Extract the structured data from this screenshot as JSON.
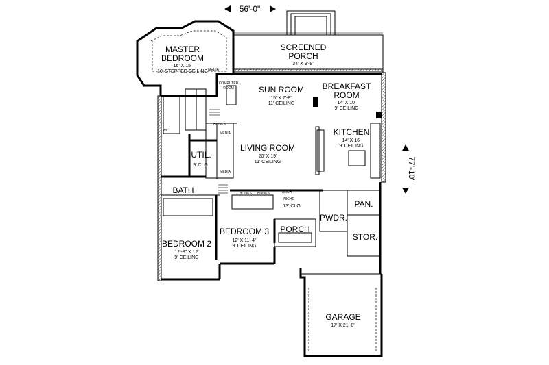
{
  "dimensions": {
    "width": "56'-0\"",
    "depth": "77'-10\""
  },
  "rooms": {
    "master": {
      "name1": "MASTER",
      "name2": "BEDROOM",
      "size": "16' X 15'",
      "note": "10' STEPPED CEILING"
    },
    "media_master": "MEDIA",
    "computer": {
      "l1": "COMPUTER",
      "l2": "ROOM"
    },
    "screened": {
      "name1": "SCREENED",
      "name2": "PORCH",
      "size": "34' X 9'-8\""
    },
    "sun": {
      "name": "SUN ROOM",
      "size": "15' X 7'-8\"",
      "note": "11' CEILING"
    },
    "breakfast": {
      "name1": "BREAKFAST",
      "name2": "ROOM",
      "size": "14' X 10'",
      "note": "9' CEILING"
    },
    "kitchen": {
      "name": "KITCHEN",
      "size": "14' X 16'",
      "note": "9' CEILING"
    },
    "living": {
      "name": "LIVING ROOM",
      "size": "20' X 19'",
      "note": "11' CEILING"
    },
    "util": {
      "name": "UTIL.",
      "note": "9' CLG."
    },
    "books1": "BOOKS",
    "media1": "MEDIA",
    "media2": "MEDIA",
    "wic": "WIC",
    "bath": "BATH",
    "books2": "BOOKS",
    "books3": "BOOKS",
    "arch": "ARCH",
    "niche": "NICHE",
    "foyer_clg": "13' CLG.",
    "pan": "PAN.",
    "pwdr": "PWDR.",
    "porch": "PORCH",
    "stor": "STOR.",
    "bed2": {
      "name": "BEDROOM 2",
      "size": "12'-8\" X 12'",
      "note": "9' CEILING"
    },
    "bed3": {
      "name": "BEDROOM 3",
      "size": "12' X 11'-4\"",
      "note": "9' CEILING"
    },
    "garage": {
      "name": "GARAGE",
      "size": "17' X 21'-8\""
    }
  }
}
